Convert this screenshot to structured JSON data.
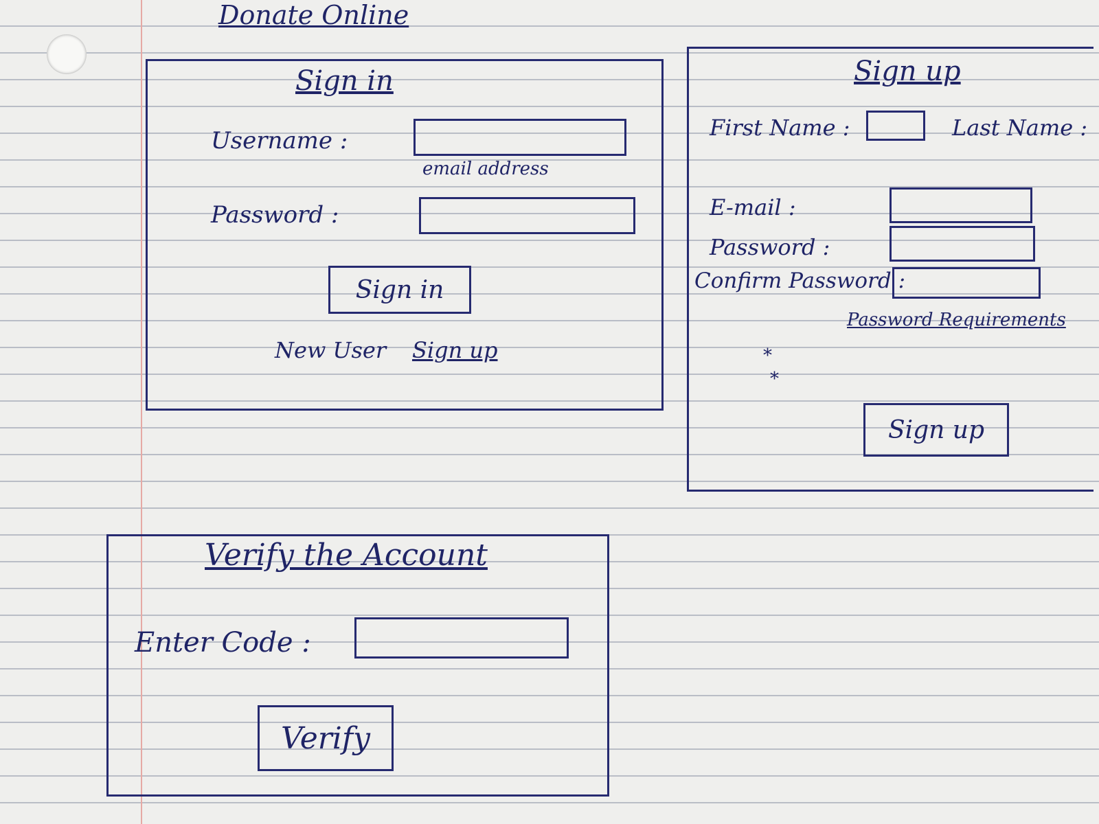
{
  "app": {
    "title": "Donate Online"
  },
  "signin": {
    "heading": "Sign in",
    "username_label": "Username :",
    "username_hint": "email address",
    "password_label": "Password :",
    "submit_label": "Sign in",
    "new_user_text": "New User",
    "signup_link": "Sign up"
  },
  "signup": {
    "heading": "Sign up",
    "first_name_label": "First Name :",
    "last_name_label": "Last Name :",
    "email_label": "E-mail :",
    "password_label": "Password :",
    "confirm_password_label": "Confirm Password :",
    "password_requirements": "Password Requirements",
    "requirement_items": [
      "*",
      "*"
    ],
    "submit_label": "Sign up"
  },
  "verify": {
    "heading": "Verify the Account",
    "code_label": "Enter Code :",
    "submit_label": "Verify"
  }
}
